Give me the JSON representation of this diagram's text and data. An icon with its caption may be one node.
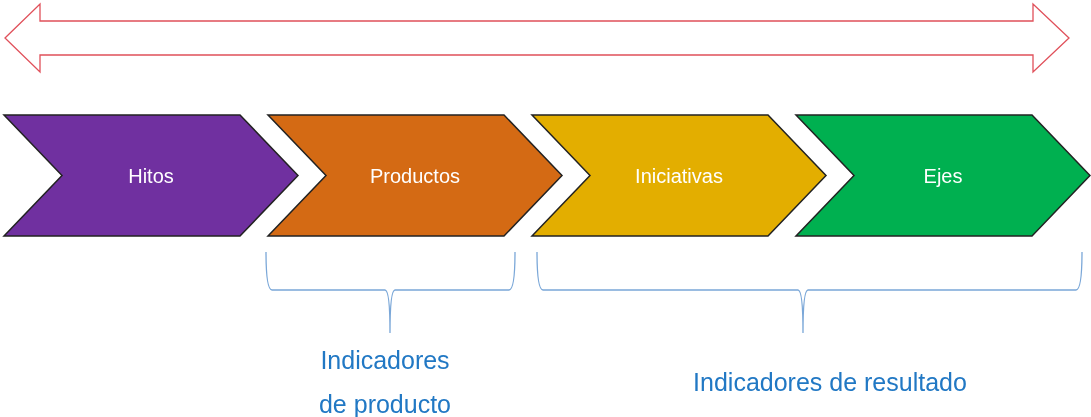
{
  "diagram": {
    "nodes": [
      {
        "text": [
          "Hitos"
        ]
      },
      {
        "text": [
          "Productos"
        ]
      },
      {
        "text": [
          "Iniciativas"
        ]
      },
      {
        "text": [
          "Ejes"
        ]
      }
    ],
    "labels": [
      "Indicadores de producto",
      "Indicadores de resultado"
    ]
  }
}
